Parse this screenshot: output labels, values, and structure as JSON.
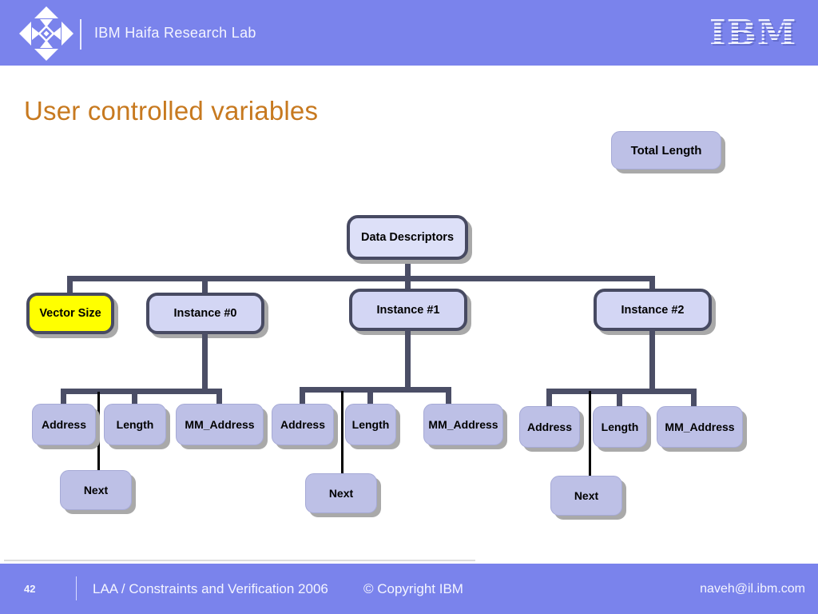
{
  "header": {
    "lab_name": "IBM Haifa Research Lab",
    "ibm_logo": "IBM"
  },
  "title": "User controlled variables",
  "diagram": {
    "total_length": "Total Length",
    "root": "Data Descriptors",
    "vector_size": "Vector Size",
    "groups": [
      {
        "instance": "Instance #0",
        "children": [
          "Address",
          "Length",
          "MM_Address"
        ],
        "next": "Next"
      },
      {
        "instance": "Instance #1",
        "children": [
          "Address",
          "Length",
          "MM_Address"
        ],
        "next": "Next"
      },
      {
        "instance": "Instance #2",
        "children": [
          "Address",
          "Length",
          "MM_Address"
        ],
        "next": "Next"
      }
    ]
  },
  "footer": {
    "slide_number": "42",
    "course": "LAA / Constraints and Verification 2006",
    "copyright": "© Copyright IBM",
    "email": "naveh@il.ibm.com"
  },
  "colors": {
    "bar": "#7a83ec",
    "title": "#c7791f",
    "root_fill": "#dde0f8",
    "instance_fill": "#d3d6f4",
    "leaf_fill": "#bdc0e6",
    "vector_size_fill": "#ffff00",
    "node_border": "#474a62",
    "connector": "#4b4e66",
    "next_connector": "#000000",
    "shadow": "#a9a9a9"
  }
}
